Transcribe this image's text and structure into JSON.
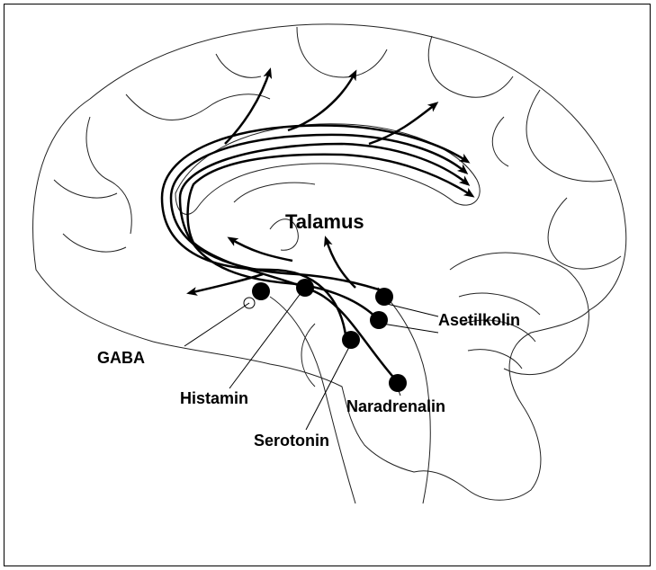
{
  "diagram": {
    "labels": {
      "thalamus": "Talamus",
      "asetilkolin": "Asetilkolin",
      "gaba": "GABA",
      "histamin": "Histamin",
      "naradrenalin": "Naradrenalin",
      "serotonin": "Serotonin"
    },
    "colors": {
      "ink": "#000000",
      "background": "#ffffff"
    }
  }
}
